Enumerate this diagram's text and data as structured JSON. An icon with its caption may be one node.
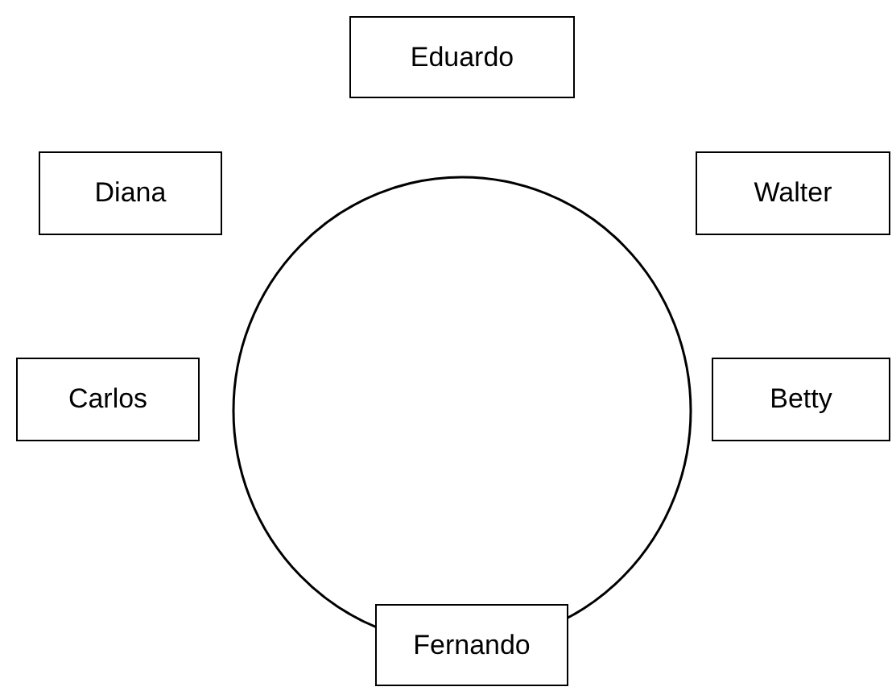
{
  "diagram": {
    "nodes": [
      {
        "text": [
          "Eduardo"
        ]
      },
      {
        "text": [
          "Diana"
        ]
      },
      {
        "text": [
          "Walter"
        ]
      },
      {
        "text": [],
        "shape": "circle"
      },
      {
        "text": [
          "Carlos"
        ]
      },
      {
        "text": [
          "Betty"
        ]
      },
      {
        "text": [
          "Fernando"
        ]
      }
    ]
  }
}
